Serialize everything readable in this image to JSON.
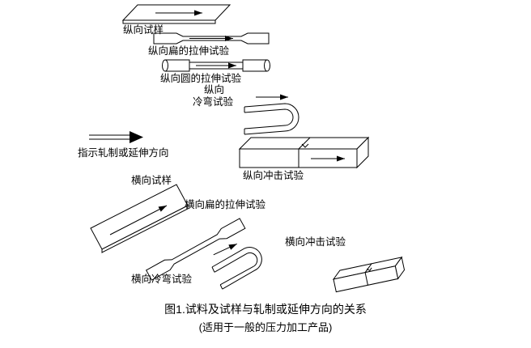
{
  "figure": {
    "labels": {
      "longitudinal_specimen": "纵向试样",
      "longitudinal_flat_tensile": "纵向扁的拉伸试验",
      "longitudinal_round_tensile": "纵向圆的拉伸试验",
      "longitudinal_bend_line1": "纵向",
      "longitudinal_bend_line2": "冷弯试验",
      "direction_note": "指示轧制或延伸方向",
      "longitudinal_impact": "纵向冲击试验",
      "transverse_specimen": "横向试样",
      "transverse_flat_tensile": "横向扁的拉伸试验",
      "transverse_bend": "横向冷弯试验",
      "transverse_impact": "横向冲击试验"
    },
    "caption": {
      "line1": "图1.试料及试样与轧制或延伸方向的关系",
      "line2": "(适用于一般的压力加工产品)"
    },
    "icons": [
      "rolling-direction-arrow",
      "specimen-direction-arrow"
    ],
    "colors": {
      "line": "#000000",
      "background": "#ffffff"
    }
  }
}
